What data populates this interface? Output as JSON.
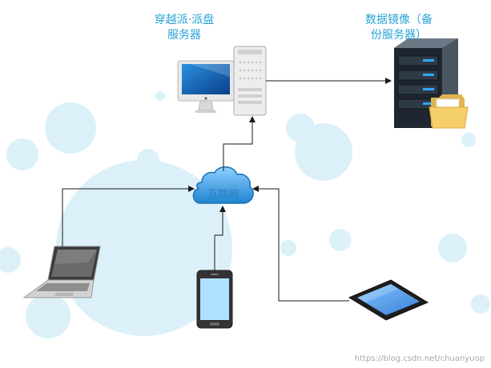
{
  "nodes": {
    "main_server": {
      "label_line1": "穿越派·派盘",
      "label_line2": "服务器"
    },
    "backup_server": {
      "label_line1": "数据镜像（备",
      "label_line2": "份服务器）"
    },
    "internet": {
      "label": "互联网"
    }
  },
  "watermark": "https://blog.csdn.net/chuanyuop",
  "colors": {
    "label": "#2aa3d6",
    "bubbles": "#d6eef9",
    "cloud": "#1f84d0",
    "arrows": "#1a1a1a"
  }
}
